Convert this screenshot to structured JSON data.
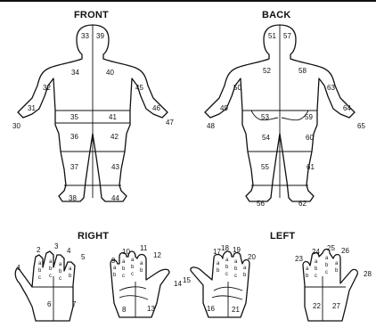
{
  "titles": {
    "front": "FRONT",
    "back": "BACK",
    "right": "RIGHT",
    "left": "LEFT"
  },
  "front_regions": [
    "33",
    "39",
    "34",
    "40",
    "32",
    "45",
    "31",
    "46",
    "30",
    "47",
    "35",
    "41",
    "36",
    "42",
    "37",
    "43",
    "38",
    "44"
  ],
  "back_regions": [
    "51",
    "57",
    "52",
    "58",
    "50",
    "63",
    "49",
    "64",
    "48",
    "65",
    "53",
    "59",
    "54",
    "60",
    "55",
    "61",
    "56",
    "62"
  ],
  "right_hand_regions": [
    "1",
    "2",
    "3",
    "4",
    "5",
    "6",
    "7",
    "8",
    "9",
    "10",
    "11",
    "12",
    "13",
    "14"
  ],
  "left_hand_regions": [
    "15",
    "16",
    "17",
    "18",
    "19",
    "20",
    "21",
    "22",
    "23",
    "24",
    "25",
    "26",
    "27",
    "28"
  ],
  "finger_segment_labels": [
    "a",
    "b",
    "c"
  ]
}
